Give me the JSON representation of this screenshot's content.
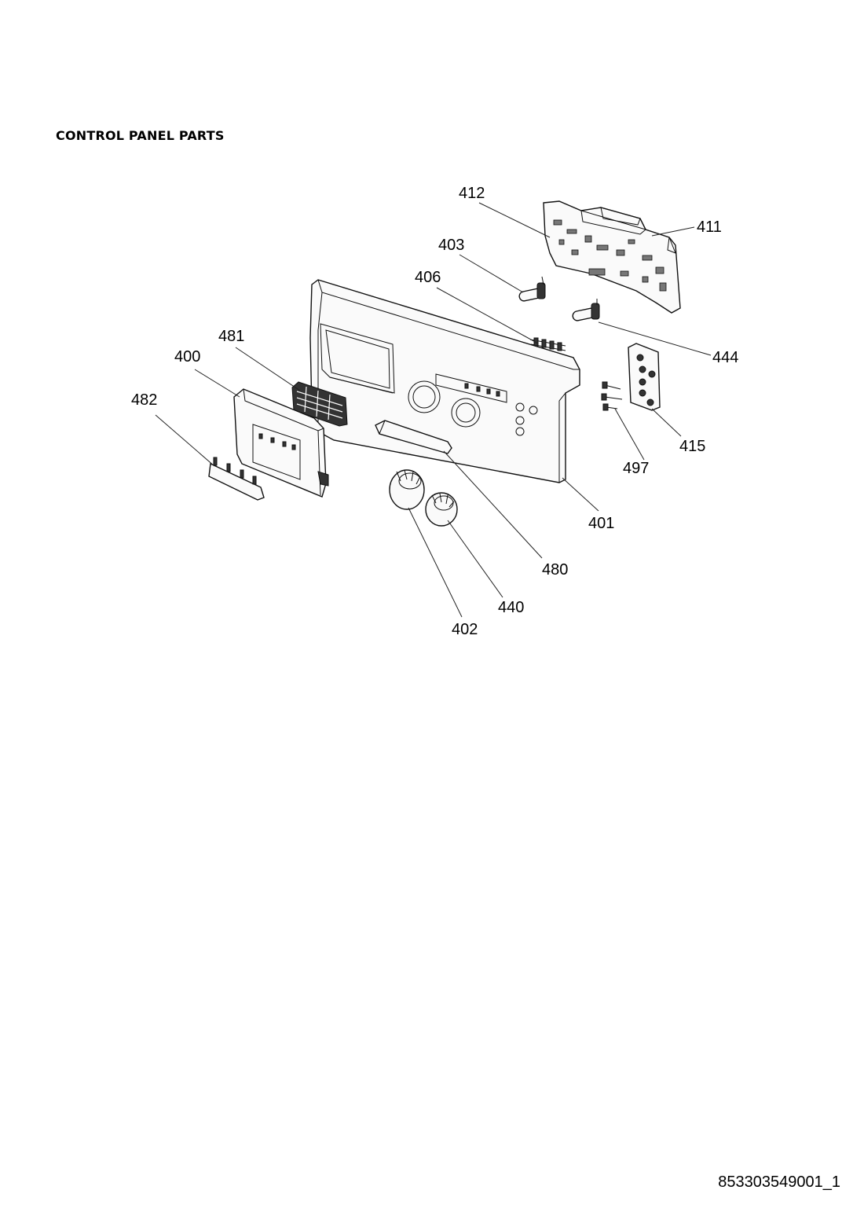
{
  "title": "CONTROL PANEL PARTS",
  "doc_number": "853303549001_1",
  "callouts": {
    "c412": "412",
    "c411": "411",
    "c403": "403",
    "c406": "406",
    "c481": "481",
    "c400": "400",
    "c444": "444",
    "c482": "482",
    "c415": "415",
    "c497": "497",
    "c401": "401",
    "c480": "480",
    "c440": "440",
    "c402": "402"
  }
}
